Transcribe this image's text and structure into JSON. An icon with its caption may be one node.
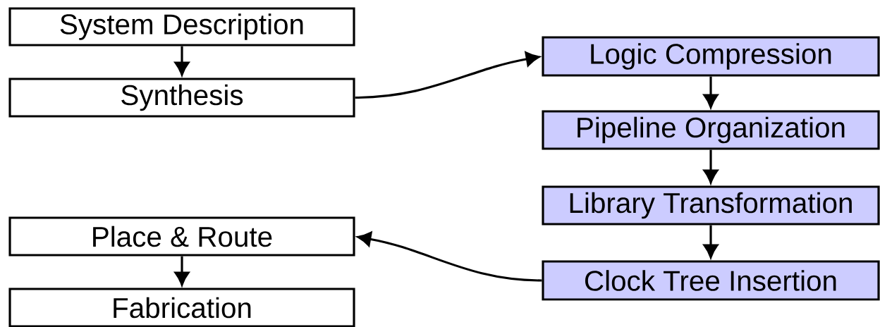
{
  "diagram": {
    "nodes": [
      {
        "text": [
          "System Description"
        ]
      },
      {
        "text": [
          "Synthesis"
        ]
      },
      {
        "text": [
          "Logic Compression"
        ]
      },
      {
        "text": [
          "Pipeline Organization"
        ]
      },
      {
        "text": [
          "Library Transformation"
        ]
      },
      {
        "text": [
          "Clock Tree Insertion"
        ]
      },
      {
        "text": [
          "Place & Route"
        ]
      },
      {
        "text": [
          "Fabrication"
        ]
      }
    ],
    "edges": [
      {
        "from": 0,
        "to": 1,
        "arrow": "to"
      },
      {
        "from": 1,
        "to": 2,
        "arrow": "to"
      },
      {
        "from": 2,
        "to": 3,
        "arrow": "to"
      },
      {
        "from": 3,
        "to": 4,
        "arrow": "to"
      },
      {
        "from": 4,
        "to": 5,
        "arrow": "to"
      },
      {
        "from": 5,
        "to": 6,
        "arrow": "to"
      },
      {
        "from": 6,
        "to": 7,
        "arrow": "to"
      }
    ]
  }
}
